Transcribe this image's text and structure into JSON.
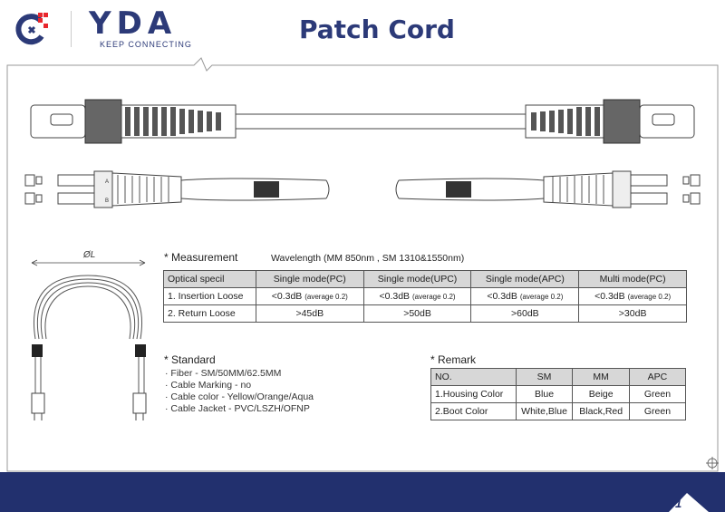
{
  "header": {
    "brand": "YDA",
    "tagline": "KEEP CONNECTING",
    "title": "Patch Cord"
  },
  "measurement": {
    "heading": "* Measurement",
    "wavelength": "Wavelength (MM 850nm , SM 1310&1550nm)",
    "columns": [
      "Optical specil",
      "Single mode(PC)",
      "Single mode(UPC)",
      "Single mode(APC)",
      "Multi mode(PC)"
    ],
    "rows": [
      {
        "label": "1. Insertion Loose",
        "cells": [
          {
            "main": "<0.3dB",
            "note": "(average 0.2)"
          },
          {
            "main": "<0.3dB",
            "note": "(average 0.2)"
          },
          {
            "main": "<0.3dB",
            "note": "(average 0.2)"
          },
          {
            "main": "<0.3dB",
            "note": "(average 0.2)"
          }
        ]
      },
      {
        "label": "2. Return Loose",
        "cells": [
          {
            "main": ">45dB",
            "note": ""
          },
          {
            "main": ">50dB",
            "note": ""
          },
          {
            "main": ">60dB",
            "note": ""
          },
          {
            "main": ">30dB",
            "note": ""
          }
        ]
      }
    ]
  },
  "standard": {
    "heading": "* Standard",
    "items": [
      "· Fiber - SM/50MM/62.5MM",
      "· Cable Marking - no",
      "· Cable color - Yellow/Orange/Aqua",
      "· Cable Jacket - PVC/LSZH/OFNP"
    ]
  },
  "remark": {
    "heading": "* Remark",
    "columns": [
      "NO.",
      "SM",
      "MM",
      "APC"
    ],
    "rows": [
      [
        "1.Housing Color",
        "Blue",
        "Beige",
        "Green"
      ],
      [
        "2.Boot Color",
        "White,Blue",
        "Black,Red",
        "Green"
      ]
    ]
  },
  "diagram": {
    "diameter_label": "ØL",
    "lc_marks": [
      "A",
      "B"
    ]
  },
  "footer": {
    "page_number": "1"
  },
  "colors": {
    "brand_navy": "#2c3a78",
    "logo_red": "#e8262d",
    "footer_blue": "#22306e",
    "table_header_gray": "#d7d7d7"
  }
}
